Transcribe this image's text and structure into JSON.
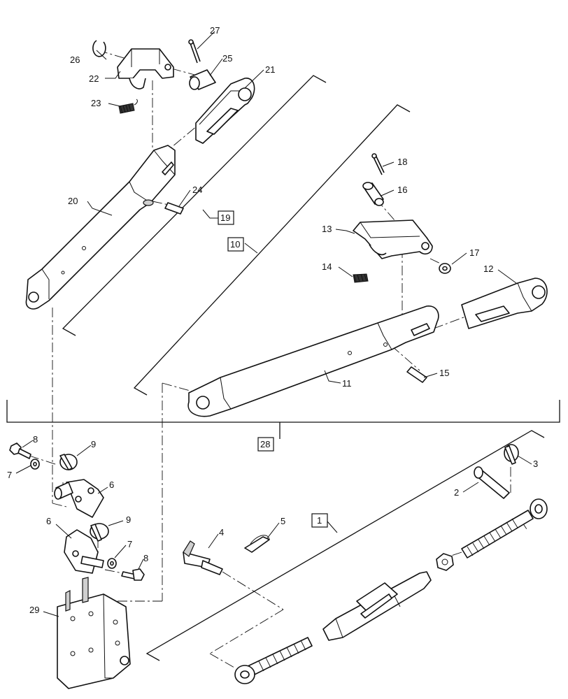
{
  "callouts": {
    "c1": "1",
    "c2": "2",
    "c3": "3",
    "c4": "4",
    "c5": "5",
    "c6a": "6",
    "c6b": "6",
    "c7a": "7",
    "c7b": "7",
    "c8a": "8",
    "c8b": "8",
    "c9a": "9",
    "c9b": "9",
    "c10": "10",
    "c11": "11",
    "c12": "12",
    "c13": "13",
    "c14": "14",
    "c15": "15",
    "c16": "16",
    "c17": "17",
    "c18": "18",
    "c19": "19",
    "c20": "20",
    "c21": "21",
    "c22": "22",
    "c23": "23",
    "c24": "24",
    "c25": "25",
    "c26": "26",
    "c27": "27",
    "c28": "28",
    "c29": "29"
  }
}
